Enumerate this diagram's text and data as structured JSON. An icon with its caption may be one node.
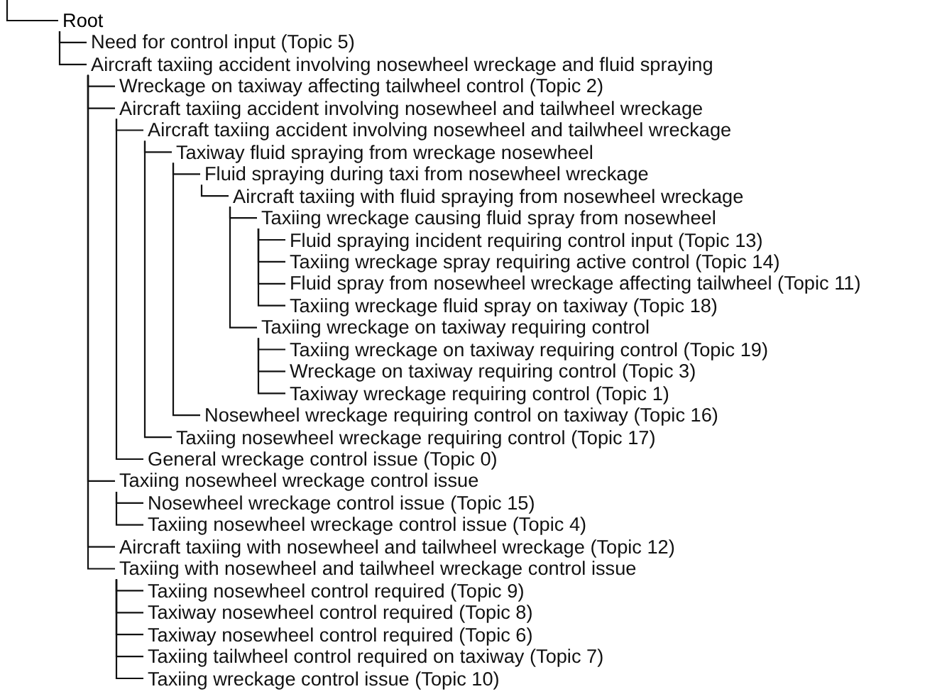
{
  "diagram": {
    "nodes": [
      {
        "text": [
          "Root"
        ]
      },
      {
        "text": [
          "Need for control input (Topic 5)"
        ]
      },
      {
        "text": [
          "Aircraft taxiing accident involving nosewheel wreckage and fluid spraying"
        ]
      },
      {
        "text": [
          "Wreckage on taxiway affecting tailwheel control (Topic 2)"
        ]
      },
      {
        "text": [
          "Aircraft taxiing accident involving nosewheel and tailwheel wreckage"
        ]
      },
      {
        "text": [
          "Aircraft taxiing accident involving nosewheel and tailwheel wreckage"
        ]
      },
      {
        "text": [
          "Taxiway fluid spraying from wreckage nosewheel"
        ]
      },
      {
        "text": [
          "Fluid spraying during taxi from nosewheel wreckage"
        ]
      },
      {
        "text": [
          "Aircraft taxiing with fluid spraying from nosewheel wreckage"
        ]
      },
      {
        "text": [
          "Taxiing wreckage causing fluid spray from nosewheel"
        ]
      },
      {
        "text": [
          "Fluid spraying incident requiring control input (Topic 13)"
        ]
      },
      {
        "text": [
          "Taxiing wreckage spray requiring active control (Topic 14)"
        ]
      },
      {
        "text": [
          "Fluid spray from nosewheel wreckage affecting tailwheel (Topic 11)"
        ]
      },
      {
        "text": [
          "Taxiing wreckage fluid spray on taxiway (Topic 18)"
        ]
      },
      {
        "text": [
          "Taxiing wreckage on taxiway requiring control"
        ]
      },
      {
        "text": [
          "Taxiing wreckage on taxiway requiring control (Topic 19)"
        ]
      },
      {
        "text": [
          "Wreckage on taxiway requiring control (Topic 3)"
        ]
      },
      {
        "text": [
          "Taxiway wreckage requiring control (Topic 1)"
        ]
      },
      {
        "text": [
          "Nosewheel wreckage requiring control on taxiway (Topic 16)"
        ]
      },
      {
        "text": [
          "Taxiing nosewheel wreckage requiring control (Topic 17)"
        ]
      },
      {
        "text": [
          "General wreckage control issue (Topic 0)"
        ]
      },
      {
        "text": [
          "Taxiing nosewheel wreckage control issue"
        ]
      },
      {
        "text": [
          "Nosewheel wreckage control issue (Topic 15)"
        ]
      },
      {
        "text": [
          "Taxiing nosewheel wreckage control issue (Topic 4)"
        ]
      },
      {
        "text": [
          "Aircraft taxiing with nosewheel and tailwheel wreckage (Topic 12)"
        ]
      },
      {
        "text": [
          "Taxiing with nosewheel and tailwheel wreckage control issue"
        ]
      },
      {
        "text": [
          "Taxiing nosewheel control required (Topic 9)"
        ]
      },
      {
        "text": [
          "Taxiway nosewheel control required (Topic 8)"
        ]
      },
      {
        "text": [
          "Taxiway nosewheel control required (Topic 6)"
        ]
      },
      {
        "text": [
          "Taxiing tailwheel control required on taxiway (Topic 7)"
        ]
      },
      {
        "text": [
          "Taxiing wreckage control issue (Topic 10)"
        ]
      }
    ],
    "edges": [
      {
        "from": null,
        "to": 0,
        "arrow": "none"
      },
      {
        "from": 0,
        "to": 1,
        "arrow": "none"
      },
      {
        "from": 0,
        "to": 2,
        "arrow": "none"
      },
      {
        "from": 2,
        "to": 3,
        "arrow": "none"
      },
      {
        "from": 2,
        "to": 4,
        "arrow": "none"
      },
      {
        "from": 4,
        "to": 5,
        "arrow": "none"
      },
      {
        "from": 5,
        "to": 6,
        "arrow": "none"
      },
      {
        "from": 6,
        "to": 7,
        "arrow": "none"
      },
      {
        "from": 7,
        "to": 8,
        "arrow": "none"
      },
      {
        "from": 8,
        "to": 9,
        "arrow": "none"
      },
      {
        "from": 9,
        "to": 10,
        "arrow": "none"
      },
      {
        "from": 9,
        "to": 11,
        "arrow": "none"
      },
      {
        "from": 9,
        "to": 12,
        "arrow": "none"
      },
      {
        "from": 9,
        "to": 13,
        "arrow": "none"
      },
      {
        "from": 8,
        "to": 14,
        "arrow": "none"
      },
      {
        "from": 14,
        "to": 15,
        "arrow": "none"
      },
      {
        "from": 14,
        "to": 16,
        "arrow": "none"
      },
      {
        "from": 14,
        "to": 17,
        "arrow": "none"
      },
      {
        "from": 6,
        "to": 18,
        "arrow": "none"
      },
      {
        "from": 5,
        "to": 19,
        "arrow": "none"
      },
      {
        "from": 4,
        "to": 20,
        "arrow": "none"
      },
      {
        "from": 2,
        "to": 21,
        "arrow": "none"
      },
      {
        "from": 21,
        "to": 22,
        "arrow": "none"
      },
      {
        "from": 21,
        "to": 23,
        "arrow": "none"
      },
      {
        "from": 2,
        "to": 24,
        "arrow": "none"
      },
      {
        "from": 2,
        "to": 25,
        "arrow": "none"
      },
      {
        "from": 25,
        "to": 26,
        "arrow": "none"
      },
      {
        "from": 25,
        "to": 27,
        "arrow": "none"
      },
      {
        "from": 25,
        "to": 28,
        "arrow": "none"
      },
      {
        "from": 25,
        "to": 29,
        "arrow": "none"
      },
      {
        "from": 25,
        "to": 30,
        "arrow": "none"
      }
    ]
  }
}
